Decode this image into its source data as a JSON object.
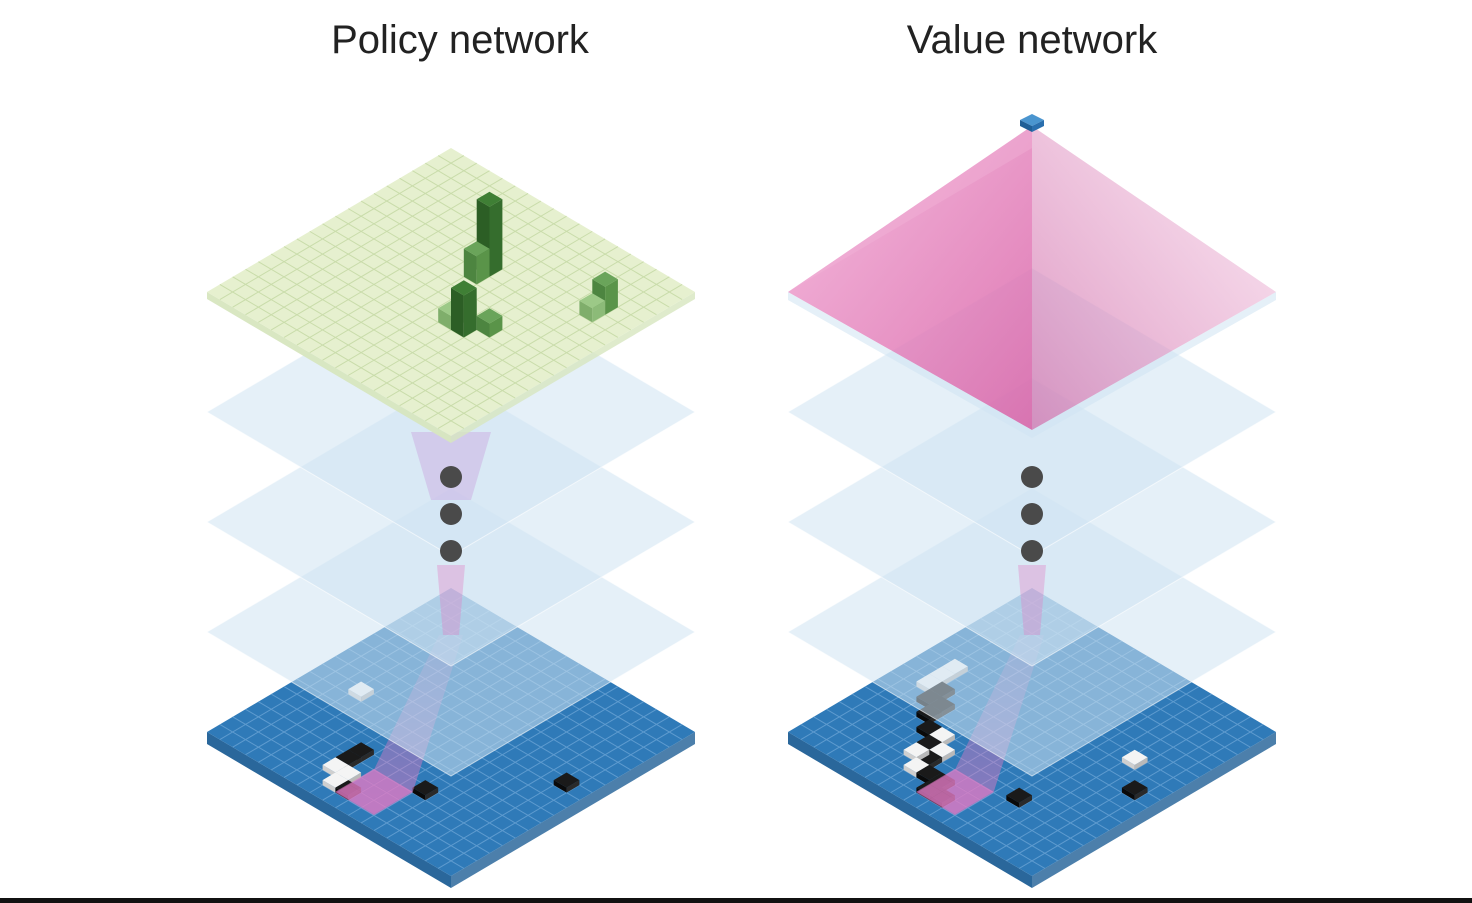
{
  "titles": {
    "policy": "Policy network",
    "value": "Value network"
  },
  "colors": {
    "board_blue": "#2f7ab8",
    "hidden_layer": "#cfe3f2",
    "policy_output": "#e6f0cf",
    "probability_bar": "#3e7d37",
    "value_pyramid": "#d85fa5",
    "scalar_output": "#2f7ab8",
    "receptive_field": "#e37ac4",
    "ellipsis_dot": "#4a4a4a"
  },
  "policy_network": {
    "board_size": 19,
    "hidden_layers_shown": 3,
    "ellipsis_dots": 3,
    "output_bars": [
      {
        "row": 6,
        "col": 9,
        "height": 5,
        "shade": "dark"
      },
      {
        "row": 7,
        "col": 9,
        "height": 2,
        "shade": "mid"
      },
      {
        "row": 4,
        "col": 16,
        "height": 2,
        "shade": "mid"
      },
      {
        "row": 5,
        "col": 16,
        "height": 1,
        "shade": "light"
      },
      {
        "row": 10,
        "col": 11,
        "height": 1,
        "shade": "light"
      },
      {
        "row": 11,
        "col": 11,
        "height": 1,
        "shade": "light"
      },
      {
        "row": 11,
        "col": 12,
        "height": 3,
        "shade": "dark"
      },
      {
        "row": 10,
        "col": 13,
        "height": 1,
        "shade": "mid"
      }
    ],
    "stones": [
      {
        "row": 10,
        "col": 3,
        "color": "white"
      },
      {
        "row": 8,
        "col": 17,
        "color": "black"
      },
      {
        "row": 14,
        "col": 7,
        "color": "black"
      },
      {
        "row": 15,
        "col": 7,
        "color": "black"
      },
      {
        "row": 16,
        "col": 7,
        "color": "white"
      },
      {
        "row": 16,
        "col": 8,
        "color": "white"
      },
      {
        "row": 17,
        "col": 8,
        "color": "white"
      },
      {
        "row": 17,
        "col": 9,
        "color": "black"
      },
      {
        "row": 14,
        "col": 12,
        "color": "black"
      }
    ]
  },
  "value_network": {
    "board_size": 19,
    "hidden_layers_shown": 3,
    "ellipsis_dots": 3,
    "stones": [
      {
        "row": 8,
        "col": 2,
        "color": "white"
      },
      {
        "row": 9,
        "col": 2,
        "color": "white"
      },
      {
        "row": 10,
        "col": 2,
        "color": "white"
      },
      {
        "row": 10,
        "col": 3,
        "color": "black"
      },
      {
        "row": 11,
        "col": 3,
        "color": "black"
      },
      {
        "row": 11,
        "col": 4,
        "color": "black"
      },
      {
        "row": 12,
        "col": 4,
        "color": "black"
      },
      {
        "row": 13,
        "col": 5,
        "color": "black"
      },
      {
        "row": 13,
        "col": 6,
        "color": "white"
      },
      {
        "row": 14,
        "col": 6,
        "color": "black"
      },
      {
        "row": 14,
        "col": 7,
        "color": "white"
      },
      {
        "row": 15,
        "col": 7,
        "color": "black"
      },
      {
        "row": 15,
        "col": 6,
        "color": "white"
      },
      {
        "row": 16,
        "col": 7,
        "color": "white"
      },
      {
        "row": 16,
        "col": 8,
        "color": "black"
      },
      {
        "row": 16,
        "col": 9,
        "color": "black"
      },
      {
        "row": 17,
        "col": 9,
        "color": "black"
      },
      {
        "row": 7,
        "col": 15,
        "color": "white"
      },
      {
        "row": 9,
        "col": 17,
        "color": "black"
      },
      {
        "row": 14,
        "col": 13,
        "color": "black"
      },
      {
        "row": 17,
        "col": 10,
        "color": "black"
      }
    ]
  }
}
